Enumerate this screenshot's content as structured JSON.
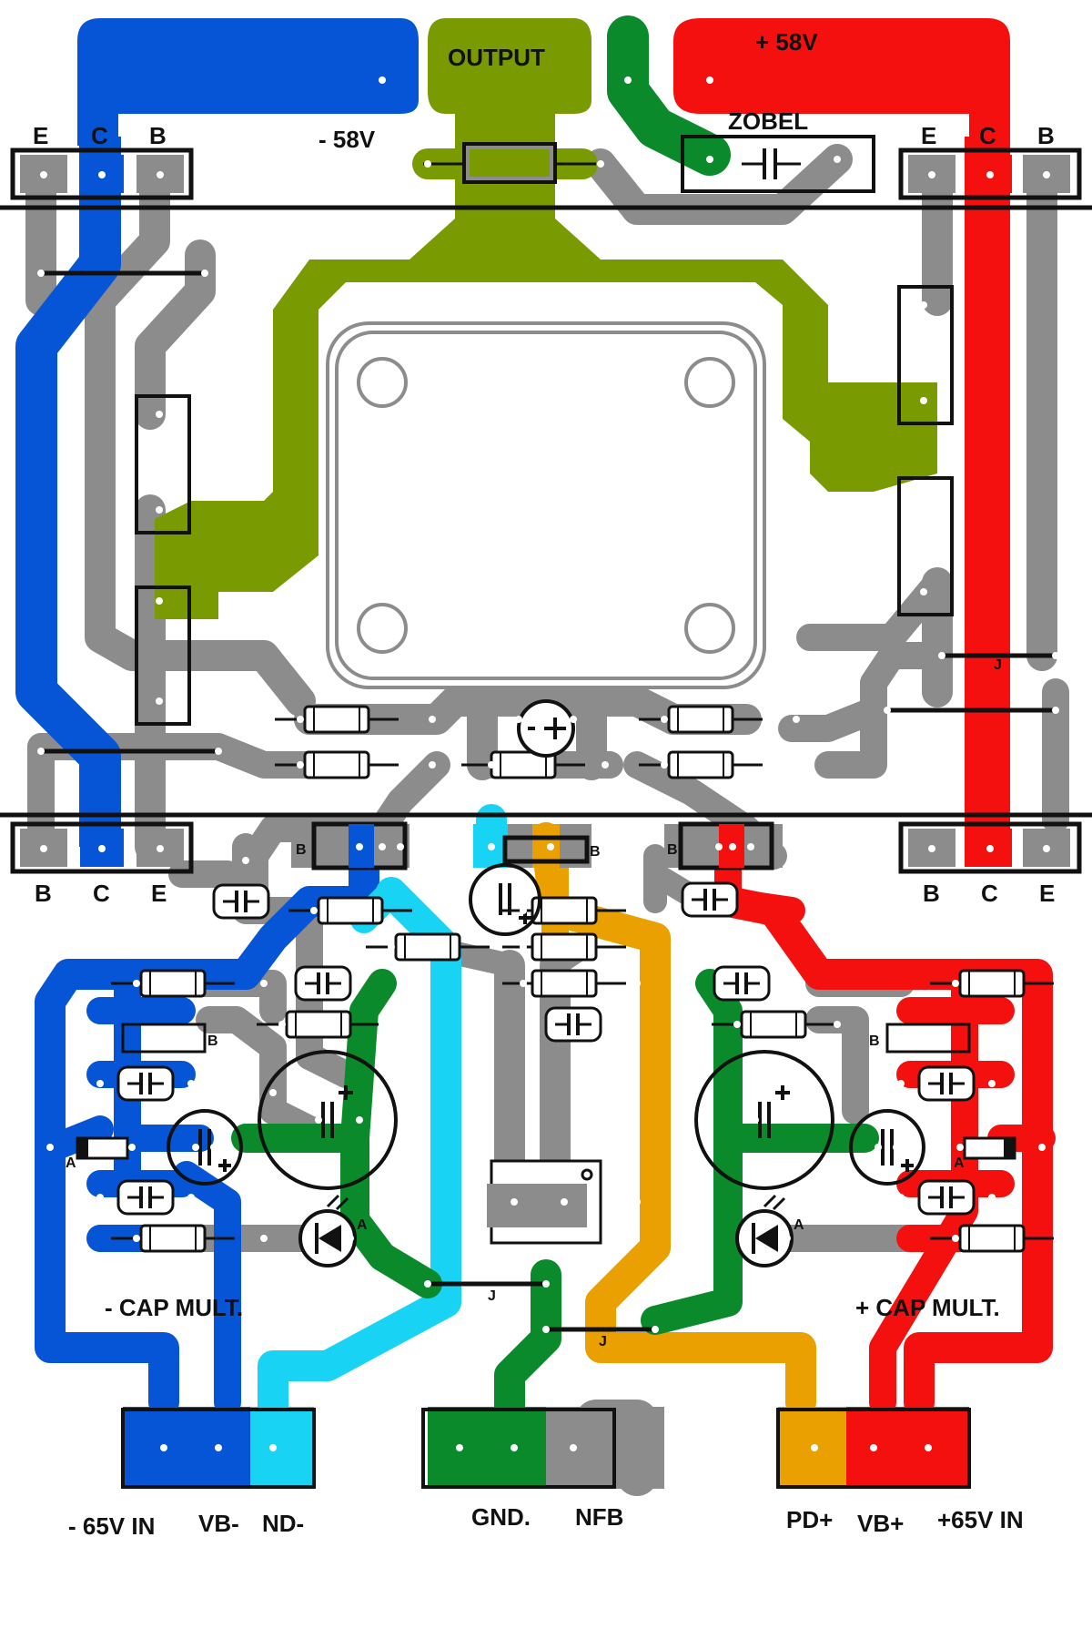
{
  "colors": {
    "neg_rail": "#0655d6",
    "pos_rail": "#f51010",
    "output": "#7a9a01",
    "ground": "#0a8a2a",
    "nd_minus": "#19d3f5",
    "pd_plus": "#eaa000",
    "trace": "#8c8c8c",
    "outline": "#111111",
    "pad_dot": "#ffffff"
  },
  "top": {
    "output": "OUTPUT",
    "pos_58": "+ 58V",
    "neg_58": "- 58V",
    "zobel": "ZOBEL"
  },
  "transistors": {
    "top_left": [
      "E",
      "C",
      "B"
    ],
    "top_right": [
      "E",
      "C",
      "B"
    ],
    "bottom_left": [
      "B",
      "C",
      "E"
    ],
    "bottom_right": [
      "B",
      "C",
      "E"
    ]
  },
  "small_labels": {
    "base": "B",
    "anode": "A",
    "jumper": "J"
  },
  "mult": {
    "neg": "- CAP MULT.",
    "pos": "+ CAP MULT."
  },
  "connectors": {
    "neg_in": "- 65V IN",
    "vb_minus": "VB-",
    "nd_minus": "ND-",
    "gnd": "GND.",
    "nfb": "NFB",
    "pd_plus": "PD+",
    "vb_plus": "VB+",
    "pos_in": "+65V IN"
  }
}
